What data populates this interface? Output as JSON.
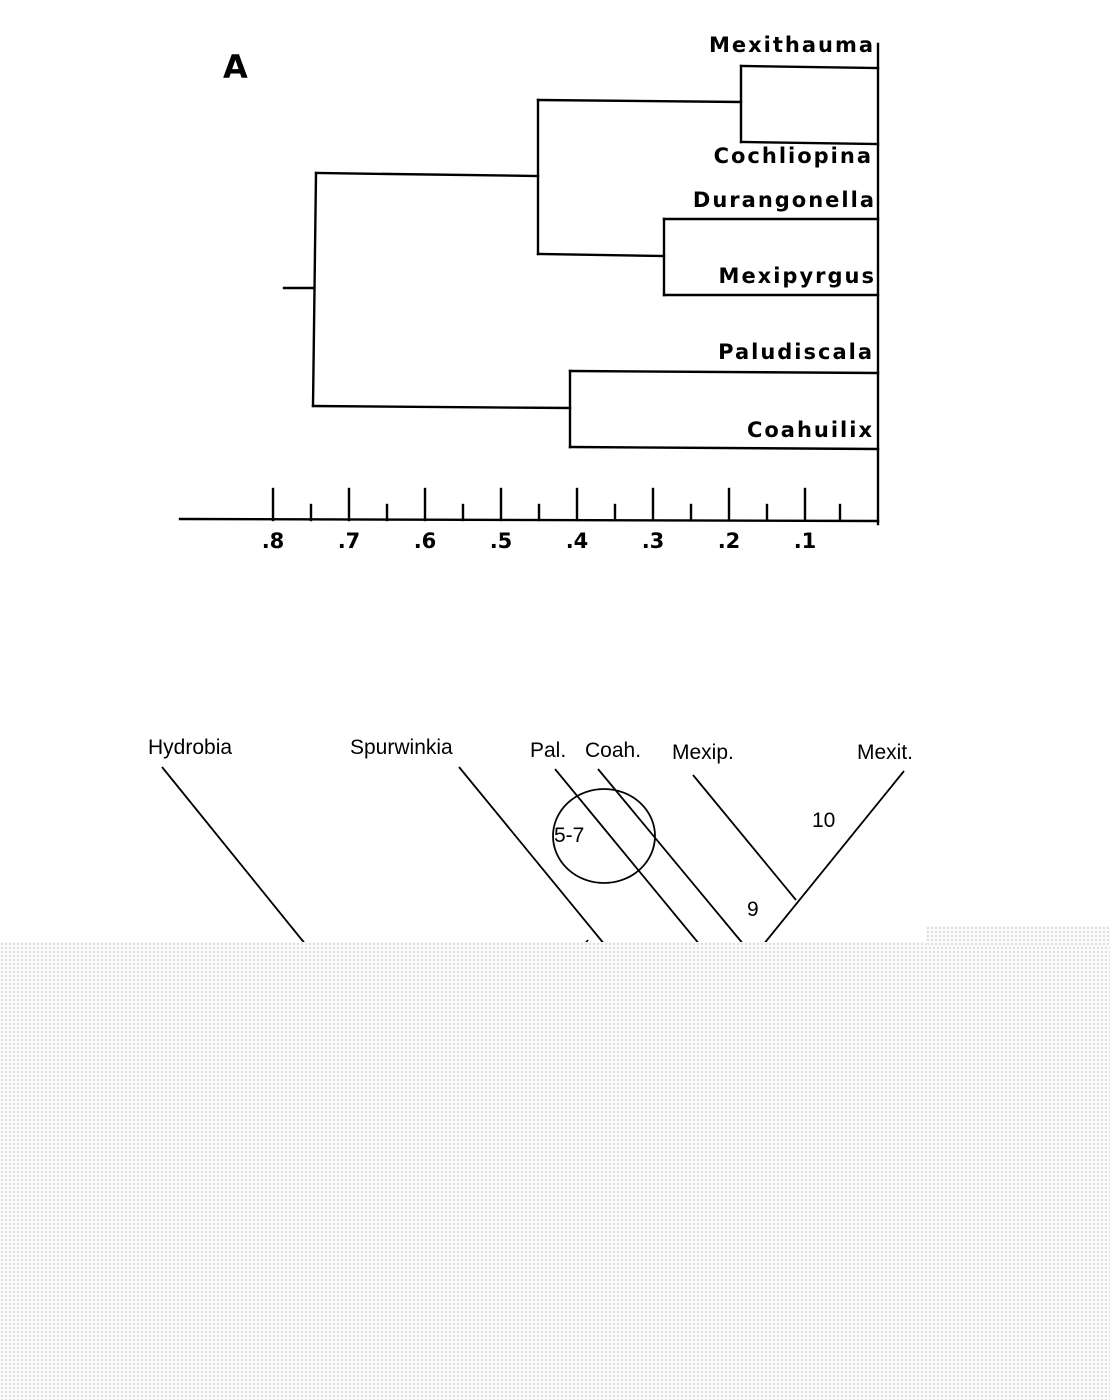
{
  "panel_label": "A",
  "dendrogram": {
    "taxa": [
      "Mexithauma",
      "Cochliopina",
      "Durangonella",
      "Mexipyrgus",
      "Paludiscala",
      "Coahuilix"
    ],
    "scale_ticks": [
      ".8",
      ".7",
      ".6",
      ".5",
      ".4",
      ".3",
      ".2",
      ".1"
    ]
  },
  "cladogram": {
    "taxa": [
      "Hydrobia",
      "Spurwinkia",
      "Pal.",
      "Coah.",
      "Mexip.",
      "Mexit."
    ],
    "characters": [
      "5-7",
      "9",
      "10"
    ]
  }
}
